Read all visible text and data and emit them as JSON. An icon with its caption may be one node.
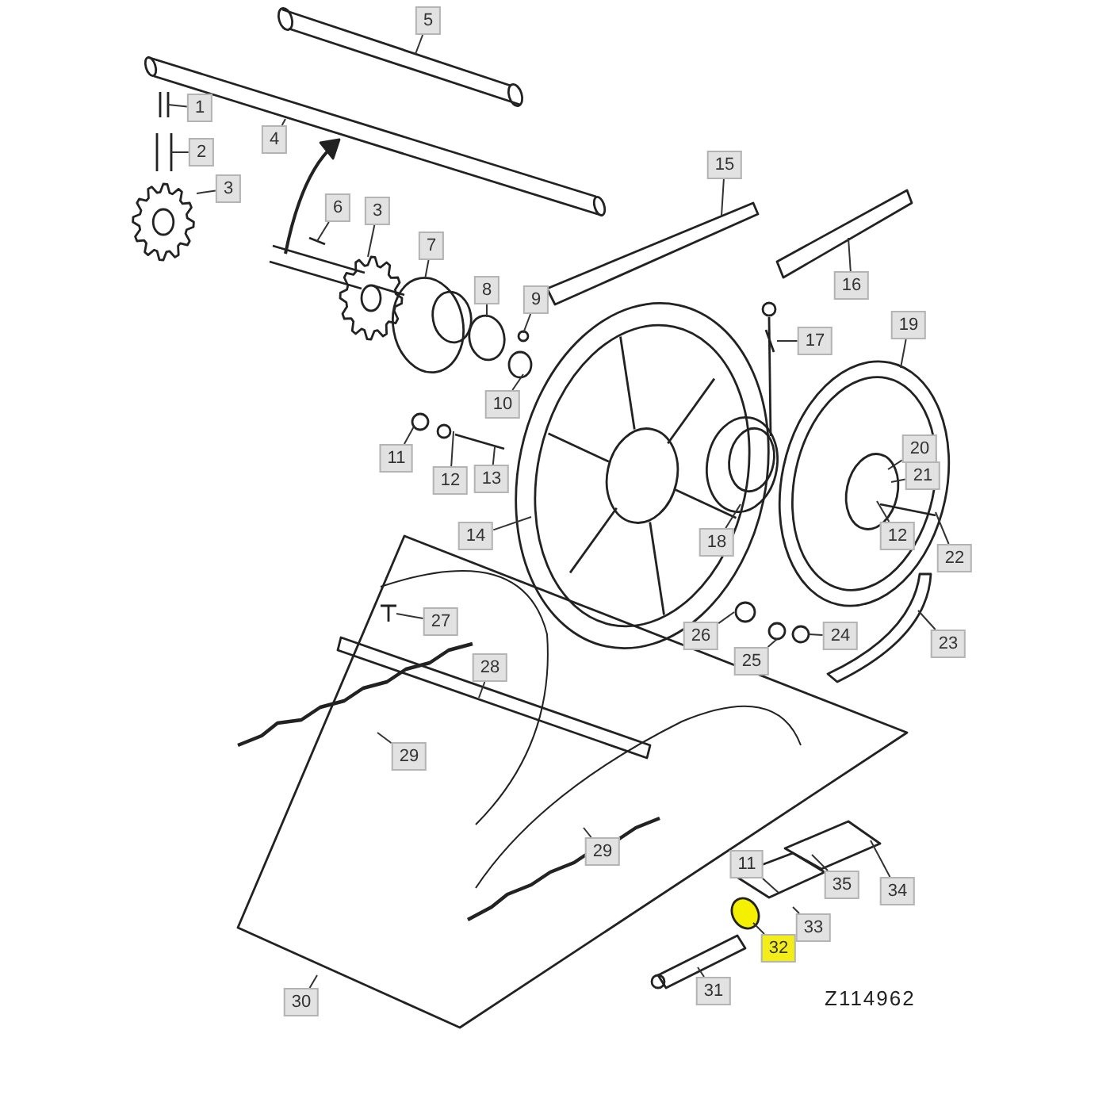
{
  "diagram": {
    "nodes": [
      {
        "text": [
          "1"
        ]
      },
      {
        "text": [
          "2"
        ]
      },
      {
        "text": [
          "3"
        ]
      },
      {
        "text": [
          "4"
        ]
      },
      {
        "text": [
          "5"
        ]
      },
      {
        "text": [
          "3"
        ]
      },
      {
        "text": [
          "6"
        ]
      },
      {
        "text": [
          "7"
        ]
      },
      {
        "text": [
          "8"
        ]
      },
      {
        "text": [
          "9"
        ]
      },
      {
        "text": [
          "10"
        ]
      },
      {
        "text": [
          "11"
        ]
      },
      {
        "text": [
          "12"
        ]
      },
      {
        "text": [
          "13"
        ]
      },
      {
        "text": [
          "14"
        ]
      },
      {
        "text": [
          "15"
        ]
      },
      {
        "text": [
          "16"
        ]
      },
      {
        "text": [
          "17"
        ]
      },
      {
        "text": [
          "18"
        ]
      },
      {
        "text": [
          "19"
        ]
      },
      {
        "text": [
          "20"
        ]
      },
      {
        "text": [
          "21"
        ]
      },
      {
        "text": [
          "12"
        ]
      },
      {
        "text": [
          "22"
        ]
      },
      {
        "text": [
          "23"
        ]
      },
      {
        "text": [
          "24"
        ]
      },
      {
        "text": [
          "25"
        ]
      },
      {
        "text": [
          "26"
        ]
      },
      {
        "text": [
          "27"
        ]
      },
      {
        "text": [
          "28"
        ]
      },
      {
        "text": [
          "29"
        ]
      },
      {
        "text": [
          "29"
        ]
      },
      {
        "text": [
          "30"
        ]
      },
      {
        "text": [
          "31"
        ]
      },
      {
        "text": [
          "32"
        ]
      },
      {
        "text": [
          "33"
        ]
      },
      {
        "text": [
          "34"
        ]
      },
      {
        "text": [
          "35"
        ]
      },
      {
        "text": [
          "11"
        ]
      }
    ],
    "edges": [
      {
        "from": 0,
        "to": null,
        "arrow": "none"
      },
      {
        "from": 1,
        "to": null,
        "arrow": "none"
      },
      {
        "from": 2,
        "to": null,
        "arrow": "none"
      },
      {
        "from": 3,
        "to": null,
        "arrow": "none"
      },
      {
        "from": 4,
        "to": null,
        "arrow": "none"
      },
      {
        "from": 5,
        "to": null,
        "arrow": "none"
      },
      {
        "from": 6,
        "to": null,
        "arrow": "none"
      },
      {
        "from": 7,
        "to": null,
        "arrow": "none"
      },
      {
        "from": 8,
        "to": null,
        "arrow": "none"
      },
      {
        "from": 9,
        "to": null,
        "arrow": "none"
      },
      {
        "from": 10,
        "to": null,
        "arrow": "none"
      },
      {
        "from": 11,
        "to": null,
        "arrow": "none"
      },
      {
        "from": 12,
        "to": null,
        "arrow": "none"
      },
      {
        "from": 13,
        "to": null,
        "arrow": "none"
      },
      {
        "from": 14,
        "to": null,
        "arrow": "none"
      },
      {
        "from": 15,
        "to": null,
        "arrow": "none"
      },
      {
        "from": 16,
        "to": null,
        "arrow": "none"
      },
      {
        "from": 17,
        "to": null,
        "arrow": "none"
      },
      {
        "from": 18,
        "to": null,
        "arrow": "none"
      },
      {
        "from": 19,
        "to": null,
        "arrow": "none"
      },
      {
        "from": 20,
        "to": null,
        "arrow": "none"
      },
      {
        "from": 21,
        "to": null,
        "arrow": "none"
      },
      {
        "from": 22,
        "to": null,
        "arrow": "none"
      },
      {
        "from": 23,
        "to": null,
        "arrow": "none"
      },
      {
        "from": 24,
        "to": null,
        "arrow": "none"
      },
      {
        "from": 25,
        "to": null,
        "arrow": "none"
      },
      {
        "from": 26,
        "to": null,
        "arrow": "none"
      },
      {
        "from": 27,
        "to": null,
        "arrow": "none"
      },
      {
        "from": 28,
        "to": null,
        "arrow": "none"
      },
      {
        "from": 29,
        "to": null,
        "arrow": "none"
      },
      {
        "from": 30,
        "to": null,
        "arrow": "none"
      },
      {
        "from": 31,
        "to": null,
        "arrow": "none"
      },
      {
        "from": 32,
        "to": null,
        "arrow": "none"
      },
      {
        "from": 33,
        "to": null,
        "arrow": "none"
      },
      {
        "from": 34,
        "to": null,
        "arrow": "none"
      },
      {
        "from": 35,
        "to": null,
        "arrow": "none"
      },
      {
        "from": 36,
        "to": null,
        "arrow": "none"
      },
      {
        "from": 37,
        "to": null,
        "arrow": "none"
      },
      {
        "from": 38,
        "to": null,
        "arrow": "none"
      }
    ],
    "labels": [
      "Z114962"
    ]
  }
}
